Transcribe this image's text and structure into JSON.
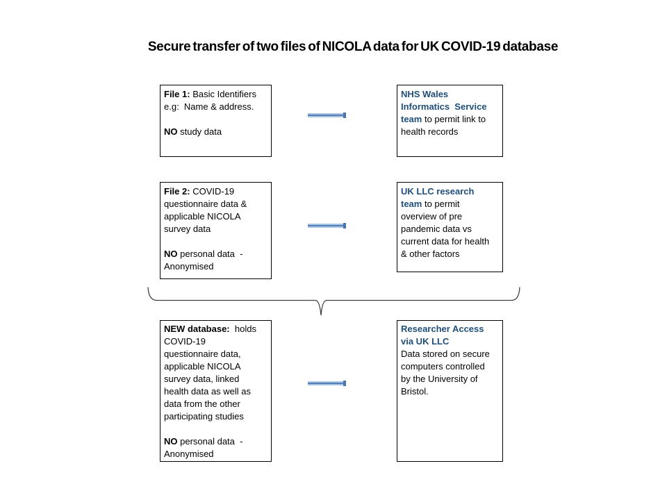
{
  "title": "Secure transfer of two files of NICOLA data for UK COVID-19 database",
  "colors": {
    "accent_text": "#1F4E79",
    "connector_core": "#5380B7",
    "connector_edge": "#A9C4E4",
    "connector_cap": "#4C77AB",
    "box_border": "#000000",
    "brace_stroke": "#3F3F3F",
    "title_text": "#000000",
    "page_bg": "#FFFFFF"
  },
  "boxes": {
    "file1": {
      "lead": "File 1:",
      "text": " Basic Identifiers\ne.g:  Name & address.",
      "no_lead": "NO",
      "no_text": " study data"
    },
    "nhs": {
      "lead": "NHS Wales\nInformatics  Service\nteam",
      "text": " to permit link to\nhealth records"
    },
    "file2": {
      "lead": "File 2:",
      "text": " COVID-19\nquestionnaire data &\napplicable NICOLA\nsurvey data",
      "no_lead": "NO",
      "no_text": " personal data  -\nAnonymised"
    },
    "ukllc": {
      "lead": "UK LLC research\nteam",
      "text": " to permit\noverview of pre\npandemic data vs\ncurrent data for health\n& other factors"
    },
    "newdb": {
      "lead": "NEW database:",
      "text": "  holds\nCOVID-19\nquestionnaire data,\napplicable NICOLA\nsurvey data, linked\nhealth data as well as\ndata from the other\nparticipating studies",
      "no_lead": "NO",
      "no_text": " personal data  -\nAnonymised"
    },
    "researcher": {
      "lead": "Researcher Access\nvia UK LLC",
      "text": "Data stored on secure\ncomputers controlled\nby the University of\nBristol."
    }
  }
}
